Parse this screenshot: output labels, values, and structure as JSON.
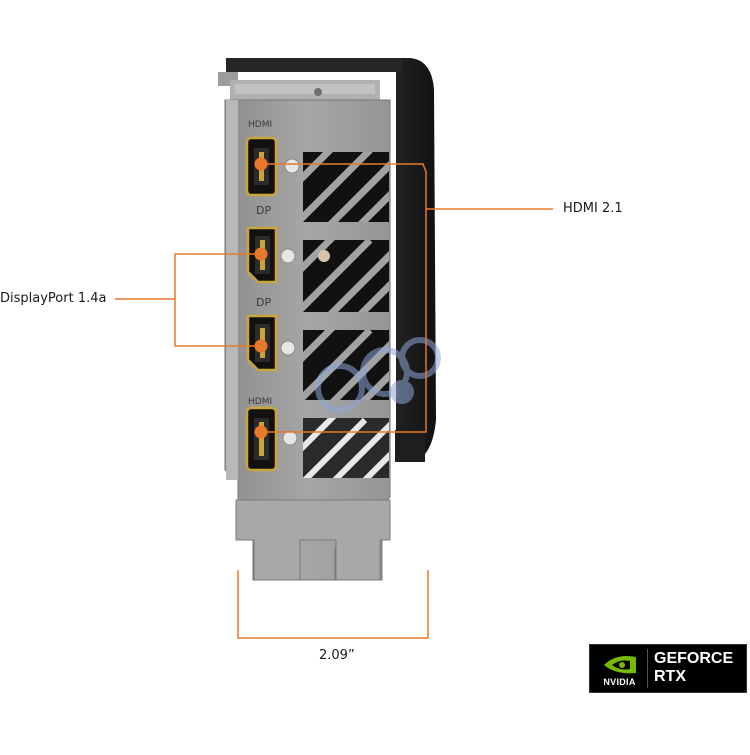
{
  "callouts": {
    "hdmi_label": "HDMI 2.1",
    "dp_label": "DisplayPort 1.4a",
    "width_label": "2.09”"
  },
  "bracket": {
    "port_labels": [
      "HDMI",
      "DP",
      "DP",
      "HDMI"
    ]
  },
  "badge": {
    "brand": "NVIDIA",
    "product": "GEFORCE\nRTX",
    "icon": "nvidia-eye-logo-icon"
  },
  "watermark": {
    "icon": "store-watermark-logo-icon"
  },
  "colors": {
    "callout": "#e8792a",
    "bracket": "#9a9a9a",
    "port_gold": "#c9a53a",
    "nvidia_green": "#76b900",
    "fan_shroud": "#2a2a2a"
  }
}
